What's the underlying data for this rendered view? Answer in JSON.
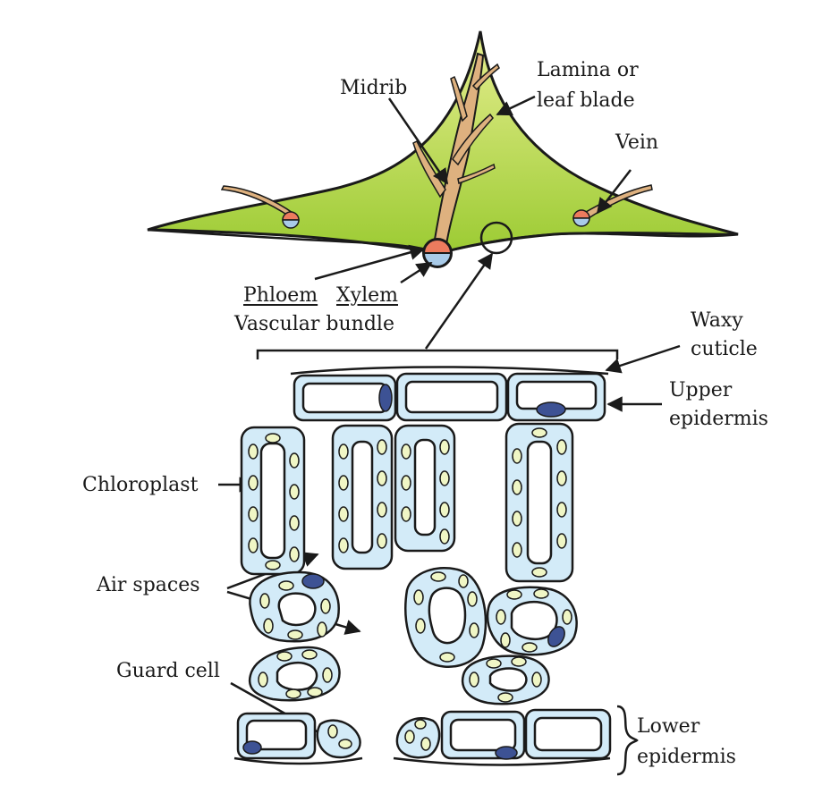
{
  "labels": {
    "midrib": "Midrib",
    "lamina_line1": "Lamina or",
    "lamina_line2": "leaf blade",
    "vein": "Vein",
    "phloem": "Phloem",
    "xylem": "Xylem",
    "vascular_bundle": "Vascular bundle",
    "waxy_line1": "Waxy",
    "waxy_line2": "cuticle",
    "upper_line1": "Upper",
    "upper_line2": "epidermis",
    "chloroplast": "Chloroplast",
    "air_spaces": "Air spaces",
    "guard_cell": "Guard cell",
    "lower_line1": "Lower",
    "lower_line2": "epidermis"
  },
  "colors": {
    "leaf_light": "#e6ee8f",
    "leaf_dark": "#9ccb33",
    "midrib": "#deb17f",
    "phloem": "#ec7b5e",
    "xylem": "#a9cbe9",
    "cell_fill": "#d3ebf8",
    "chloroplast": "#f0f6c5",
    "nucleus": "#3d5294",
    "outline": "#1a1a1a"
  }
}
